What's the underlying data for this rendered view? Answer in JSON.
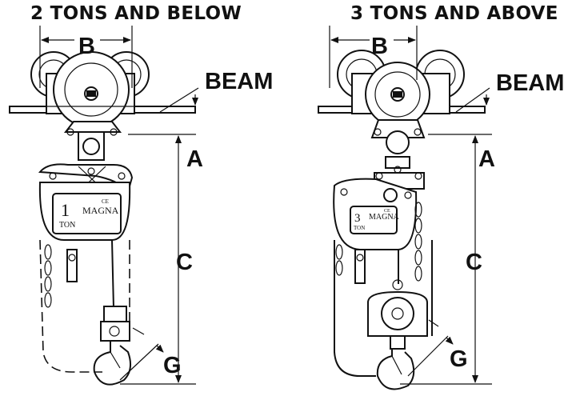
{
  "left_panel": {
    "heading": "2 TONS AND BELOW",
    "labels": {
      "b": "B",
      "beam": "BEAM",
      "a": "A",
      "c": "C",
      "g": "G"
    },
    "plate": {
      "capacity": "1",
      "unit": "TON",
      "brand": "MAGNA",
      "mark": "CE"
    }
  },
  "right_panel": {
    "heading": "3 TONS AND ABOVE",
    "labels": {
      "b": "B",
      "beam": "BEAM",
      "a": "A",
      "c": "C",
      "g": "G"
    },
    "plate": {
      "capacity": "3",
      "unit": "TON",
      "brand": "MAGNA",
      "mark": "CE"
    }
  }
}
